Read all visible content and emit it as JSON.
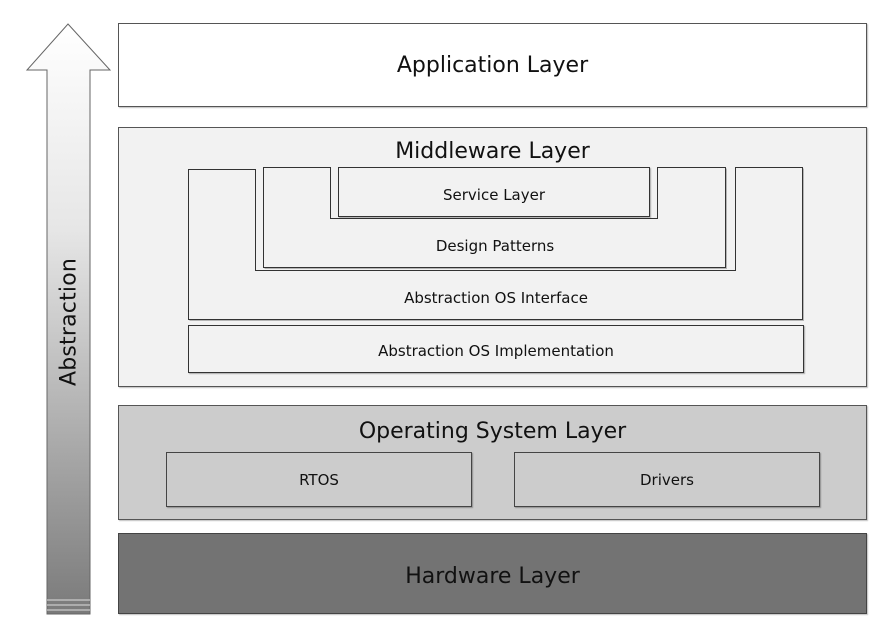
{
  "arrow": {
    "label": "Abstraction",
    "gradient_top": "#ffffff",
    "gradient_bottom": "#7a7a7a"
  },
  "layers": {
    "application": {
      "label": "Application Layer",
      "fill": "#ffffff"
    },
    "middleware": {
      "label": "Middleware Layer",
      "fill": "#f2f2f2",
      "service_layer": "Service Layer",
      "design_patterns": "Design Patterns",
      "abstraction_os_interface": "Abstraction OS Interface",
      "abstraction_os_implementation": "Abstraction OS Implementation"
    },
    "operating_system": {
      "label": "Operating System Layer",
      "fill": "#cccccc",
      "rtos": "RTOS",
      "drivers": "Drivers"
    },
    "hardware": {
      "label": "Hardware Layer",
      "fill": "#737373"
    }
  }
}
